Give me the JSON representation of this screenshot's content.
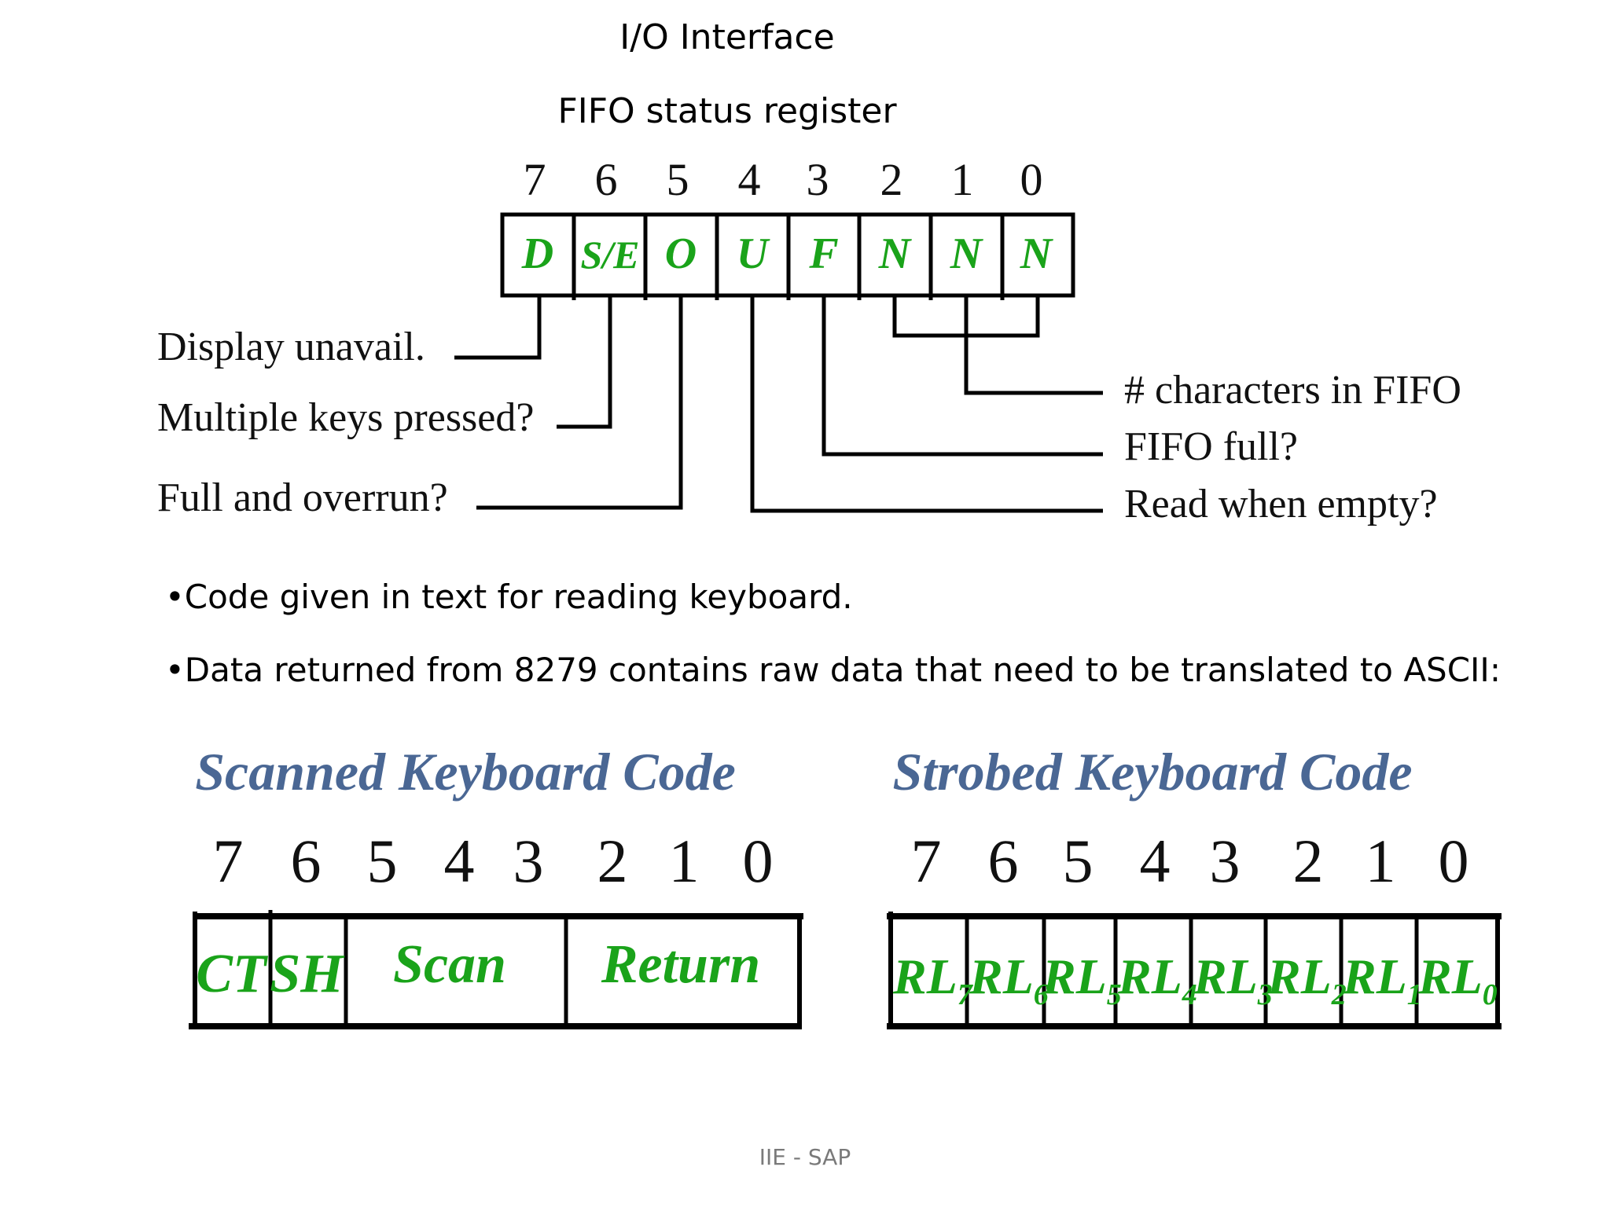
{
  "slide": {
    "title": "I/O Interface",
    "subtitle": "FIFO status register",
    "footer": "IIE - SAP"
  },
  "fifo_status": {
    "bit_numbers": [
      "7",
      "6",
      "5",
      "4",
      "3",
      "2",
      "1",
      "0"
    ],
    "fields": [
      "D",
      "S/E",
      "O",
      "U",
      "F",
      "N",
      "N",
      "N"
    ],
    "labels": {
      "display_unavail": "Display unavail.",
      "multiple_keys": "Multiple keys pressed?",
      "full_overrun": "Full and overrun?",
      "chars_in_fifo": "# characters in FIFO",
      "fifo_full": "FIFO full?",
      "read_empty": "Read when empty?"
    }
  },
  "bullets": [
    "•Code given in text for reading keyboard.",
    "•Data returned from 8279 contains raw data that need to be translated to ASCII:"
  ],
  "scanned": {
    "title": "Scanned Keyboard Code",
    "bit_numbers": [
      "7",
      "6",
      "5",
      "4",
      "3",
      "2",
      "1",
      "0"
    ],
    "fields": [
      "CT",
      "SH",
      "Scan",
      "Return"
    ]
  },
  "strobed": {
    "title": "Strobed Keyboard Code",
    "bit_numbers": [
      "7",
      "6",
      "5",
      "4",
      "3",
      "2",
      "1",
      "0"
    ],
    "fields": [
      {
        "base": "RL",
        "sub": "7"
      },
      {
        "base": "RL",
        "sub": "6"
      },
      {
        "base": "RL",
        "sub": "5"
      },
      {
        "base": "RL",
        "sub": "4"
      },
      {
        "base": "RL",
        "sub": "3"
      },
      {
        "base": "RL",
        "sub": "2"
      },
      {
        "base": "RL",
        "sub": "1"
      },
      {
        "base": "RL",
        "sub": "0"
      }
    ]
  },
  "colors": {
    "field_text": "#1aa31a",
    "keyboard_title": "#4a6794",
    "footer": "#7a7a7a"
  }
}
